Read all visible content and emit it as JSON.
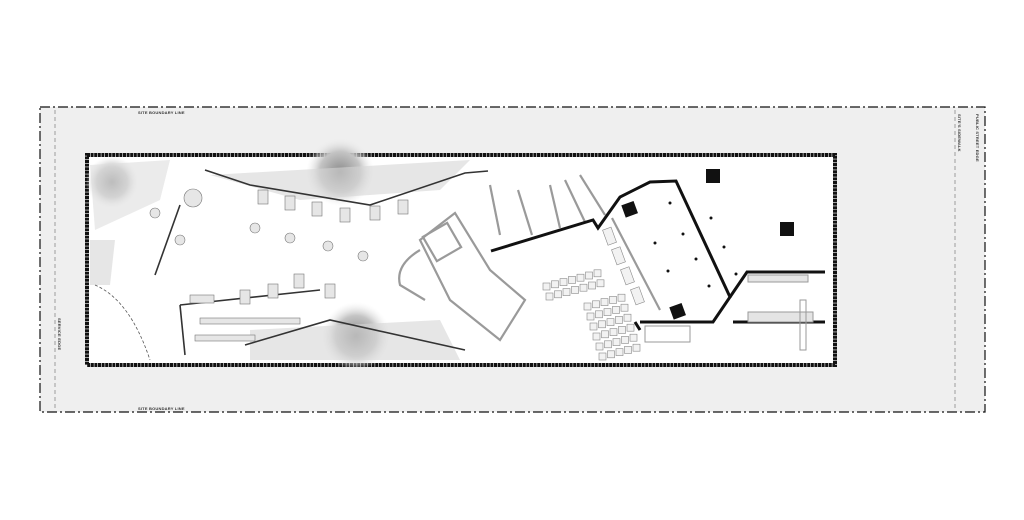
{
  "plan": {
    "labels": {
      "site_boundary_top": "SITE BOUNDARY LINE",
      "site_boundary_bottom": "SITE BOUNDARY LINE",
      "service_edge": "SERVICE EDGE",
      "sidewalk": "SITE'S SIDEWALK",
      "public_street_edge": "PUBLIC STREET EDGE"
    },
    "colors": {
      "site_fill": "#efefef",
      "building_fill": "#ffffff",
      "wall": "#111111",
      "partition": "#9a9a9a",
      "vegetation": "#bdbdbd"
    }
  }
}
